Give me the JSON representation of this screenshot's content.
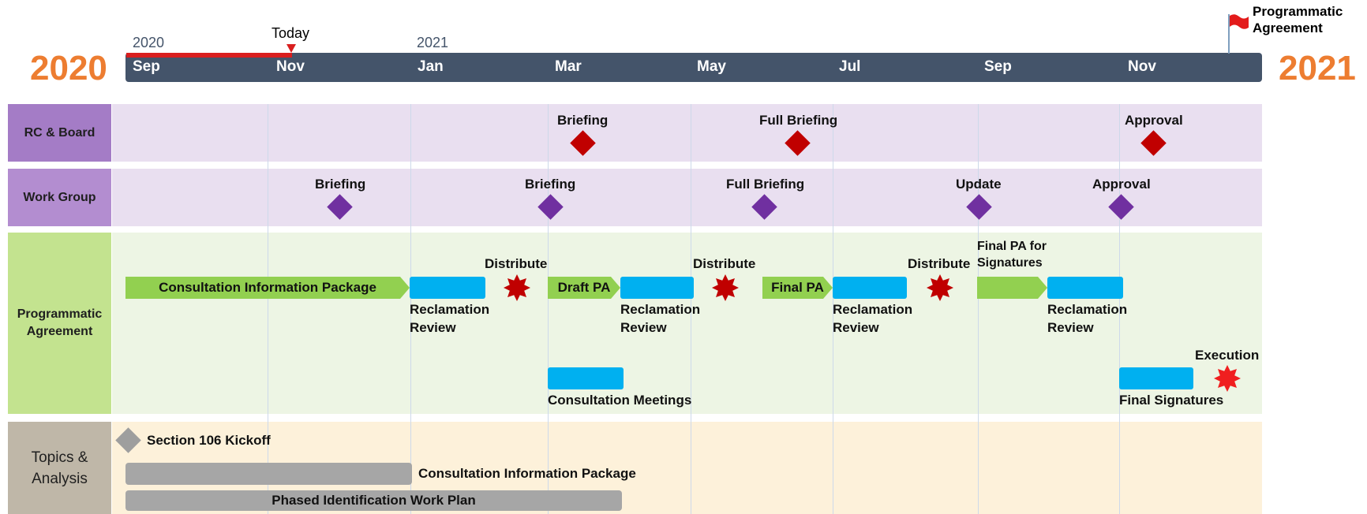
{
  "header": {
    "year_left": "2020",
    "year_right": "2021",
    "year_small_left": "2020",
    "year_small_right": "2021",
    "today_label": "Today",
    "months": [
      "Sep",
      "Nov",
      "Jan",
      "Mar",
      "May",
      "Jul",
      "Sep",
      "Nov"
    ],
    "milestone_flag_label": "Programmatic\nAgreement"
  },
  "colors": {
    "timeline": "#44546A",
    "year_orange": "#ED7D31",
    "today_red": "#D91E1E",
    "rc_lane": "#E9DFF0",
    "rc_label": "#A47CC6",
    "wg_lane": "#E9DFF0",
    "wg_label": "#B38DD0",
    "pa_lane": "#EDF5E4",
    "pa_label": "#C3E38F",
    "topics_lane": "#FDF1DA",
    "topics_label": "#BFB7A8",
    "diamond_red": "#C00000",
    "diamond_purple": "#7030A0",
    "green_bar": "#92D050",
    "blue_bar": "#00B0F0",
    "gray_bar": "#A6A6A6",
    "star_dark": "#C00000",
    "star_bright": "#F01F1F"
  },
  "lanes": {
    "rc_board": {
      "label": "RC & Board",
      "milestones": [
        "Briefing",
        "Full Briefing",
        "Approval"
      ]
    },
    "work_group": {
      "label": "Work Group",
      "milestones": [
        "Briefing",
        "Briefing",
        "Full Briefing",
        "Update",
        "Approval"
      ]
    },
    "programmatic_agreement": {
      "label": "Programmatic\nAgreement",
      "tasks": {
        "cip": "Consultation Information Package",
        "draft_pa": "Draft PA",
        "final_pa": "Final PA",
        "final_pa_signatures": "Final PA for\nSignatures",
        "reclamation_review": "Reclamation\nReview",
        "distribute": "Distribute",
        "consultation_meetings": "Consultation Meetings",
        "final_signatures": "Final Signatures",
        "execution": "Execution"
      }
    },
    "topics_analysis": {
      "label": "Topics &\nAnalysis",
      "kickoff": "Section 106 Kickoff",
      "cip": "Consultation Information Package",
      "work_plan": "Phased Identification Work Plan"
    }
  }
}
